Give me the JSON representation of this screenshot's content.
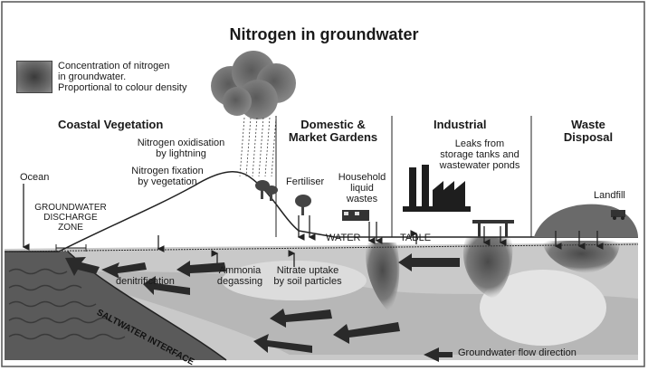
{
  "title": "Nitrogen in groundwater",
  "legend": {
    "line1": "Concentration of nitrogen",
    "line2": "in groundwater.",
    "line3": "Proportional to colour density"
  },
  "sections": {
    "coastal": "Coastal Vegetation",
    "domestic_1": "Domestic &",
    "domestic_2": "Market Gardens",
    "industrial": "Industrial",
    "waste_1": "Waste",
    "waste_2": "Disposal"
  },
  "labels": {
    "oxidisation_1": "Nitrogen oxidisation",
    "oxidisation_2": "by lightning",
    "fixation_1": "Nitrogen fixation",
    "fixation_2": "by vegetation",
    "ocean": "Ocean",
    "discharge_1": "GROUNDWATER",
    "discharge_2": "DISCHARGE",
    "discharge_3": "ZONE",
    "fertiliser": "Fertiliser",
    "household_1": "Household",
    "household_2": "liquid",
    "household_3": "wastes",
    "leaks_1": "Leaks from",
    "leaks_2": "storage tanks and",
    "leaks_3": "wastewater ponds",
    "landfill": "Landfill",
    "water": "WATER",
    "table": "TABLE",
    "denitrification": "denitrification",
    "ammonia_1": "Ammonia",
    "ammonia_2": "degassing",
    "nitrate_1": "Nitrate uptake",
    "nitrate_2": "by soil particles",
    "saltwater": "SALTWATER INTERFACE",
    "flow": "Groundwater flow direction"
  }
}
